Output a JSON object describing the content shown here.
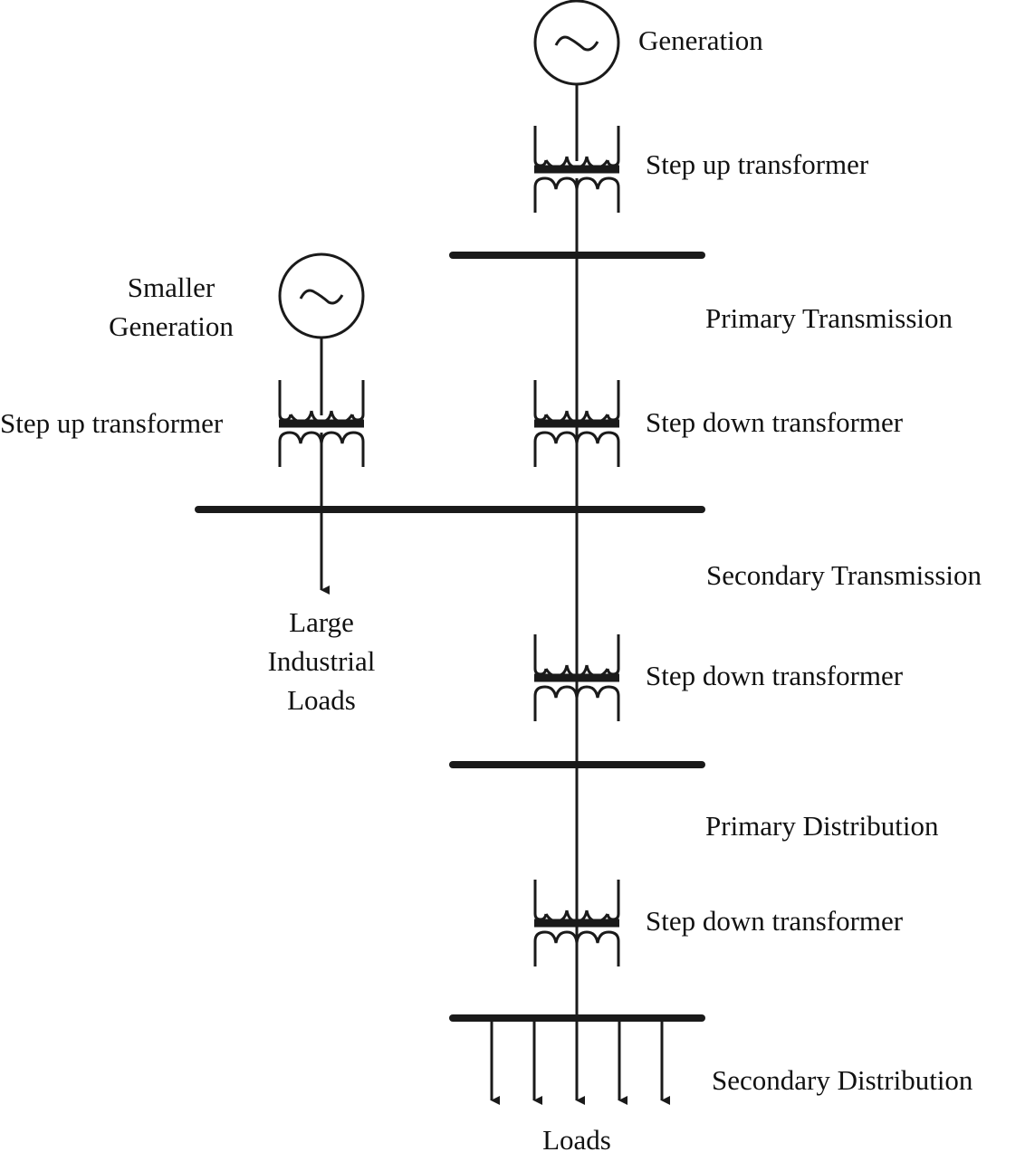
{
  "diagram": {
    "type": "single-line power system diagram",
    "labels": {
      "generation": "Generation",
      "step_up_main": "Step up transformer",
      "primary_transmission": "Primary Transmission",
      "smaller_generation_1": "Smaller",
      "smaller_generation_2": "Generation",
      "step_up_small": "Step up transformer",
      "step_down_1": "Step down transformer",
      "secondary_transmission": "Secondary Transmission",
      "industrial_1": "Large",
      "industrial_2": "Industrial",
      "industrial_3": "Loads",
      "step_down_2": "Step down transformer",
      "primary_distribution": "Primary Distribution",
      "step_down_3": "Step down transformer",
      "secondary_distribution": "Secondary Distribution",
      "loads": "Loads"
    },
    "generators": [
      {
        "name": "Generation",
        "symbol": "ac-source"
      },
      {
        "name": "Smaller Generation",
        "symbol": "ac-source"
      }
    ],
    "transformers": [
      {
        "name": "Step up transformer (main)"
      },
      {
        "name": "Step up transformer (smaller generation)"
      },
      {
        "name": "Step down transformer (primary to secondary transmission)"
      },
      {
        "name": "Step down transformer (secondary transmission to primary distribution)"
      },
      {
        "name": "Step down transformer (primary to secondary distribution)"
      }
    ],
    "buses": [
      "Primary Transmission",
      "Secondary Transmission",
      "Primary Distribution",
      "Secondary Distribution"
    ],
    "load_arrow_count": 5
  }
}
